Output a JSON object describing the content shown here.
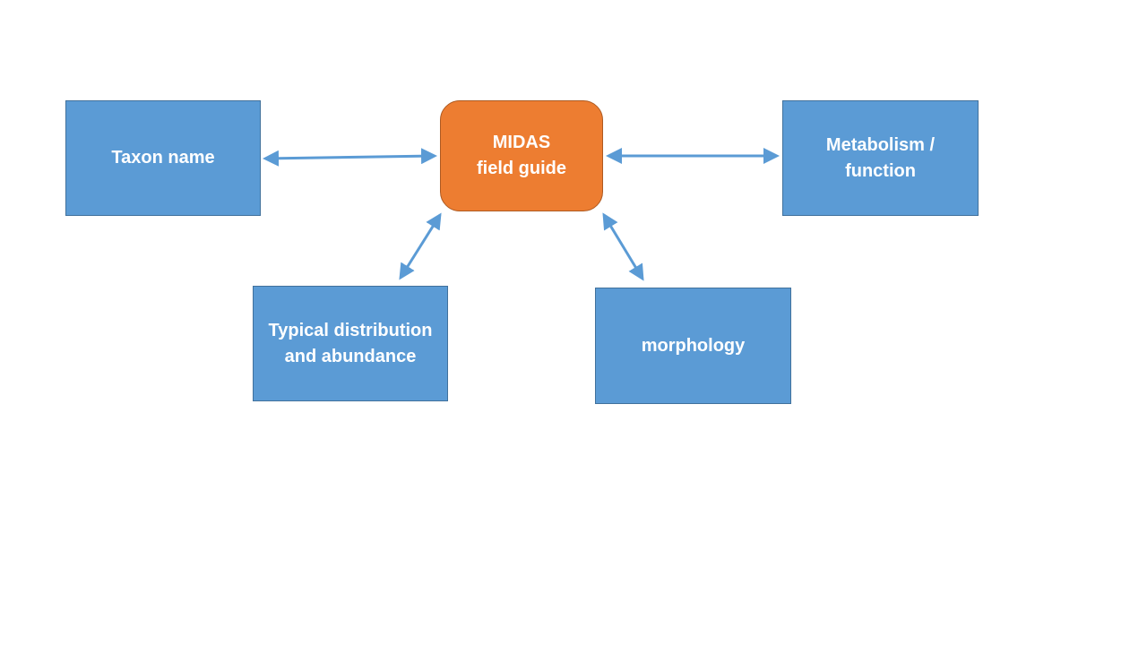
{
  "diagram": {
    "center": {
      "line1": "MIDAS",
      "line2": "field guide"
    },
    "nodes": {
      "taxon": {
        "line1": "Taxon name"
      },
      "metabolism": {
        "line1": "Metabolism /",
        "line2": "function"
      },
      "distribution": {
        "line1": "Typical distribution",
        "line2": "and abundance"
      },
      "morphology": {
        "line1": "morphology"
      }
    },
    "edges": [
      {
        "from": "taxon",
        "to": "center",
        "style": "bidirectional"
      },
      {
        "from": "center",
        "to": "metabolism",
        "style": "bidirectional"
      },
      {
        "from": "center",
        "to": "distribution",
        "style": "bidirectional"
      },
      {
        "from": "center",
        "to": "morphology",
        "style": "bidirectional"
      }
    ],
    "colors": {
      "node_fill": "#5b9bd5",
      "center_fill": "#ed7d31",
      "arrow": "#5b9bd5",
      "text": "#ffffff"
    }
  }
}
